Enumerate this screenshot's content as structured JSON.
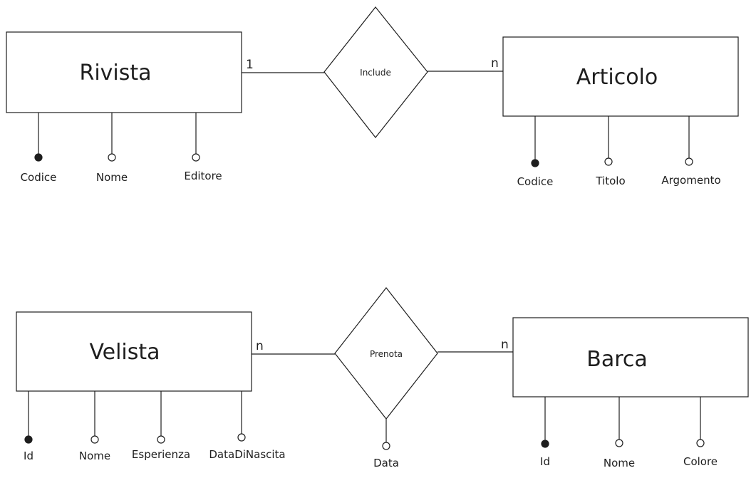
{
  "diagrams": [
    {
      "entity_left": {
        "name": "Rivista",
        "attributes": [
          {
            "label": "Codice",
            "key": true
          },
          {
            "label": "Nome",
            "key": false
          },
          {
            "label": "Editore",
            "key": false
          }
        ]
      },
      "relationship": {
        "name": "Include",
        "attributes": []
      },
      "entity_right": {
        "name": "Articolo",
        "attributes": [
          {
            "label": "Codice",
            "key": true
          },
          {
            "label": "Titolo",
            "key": false
          },
          {
            "label": "Argomento",
            "key": false
          }
        ]
      },
      "cardinality_left": "1",
      "cardinality_right": "n"
    },
    {
      "entity_left": {
        "name": "Velista",
        "attributes": [
          {
            "label": "Id",
            "key": true
          },
          {
            "label": "Nome",
            "key": false
          },
          {
            "label": "Esperienza",
            "key": false
          },
          {
            "label": "DataDiNascita",
            "key": false
          }
        ]
      },
      "relationship": {
        "name": "Prenota",
        "attributes": [
          {
            "label": "Data",
            "key": false
          }
        ]
      },
      "entity_right": {
        "name": "Barca",
        "attributes": [
          {
            "label": "Id",
            "key": true
          },
          {
            "label": "Nome",
            "key": false
          },
          {
            "label": "Colore",
            "key": false
          }
        ]
      },
      "cardinality_left": "n",
      "cardinality_right": "n"
    }
  ]
}
